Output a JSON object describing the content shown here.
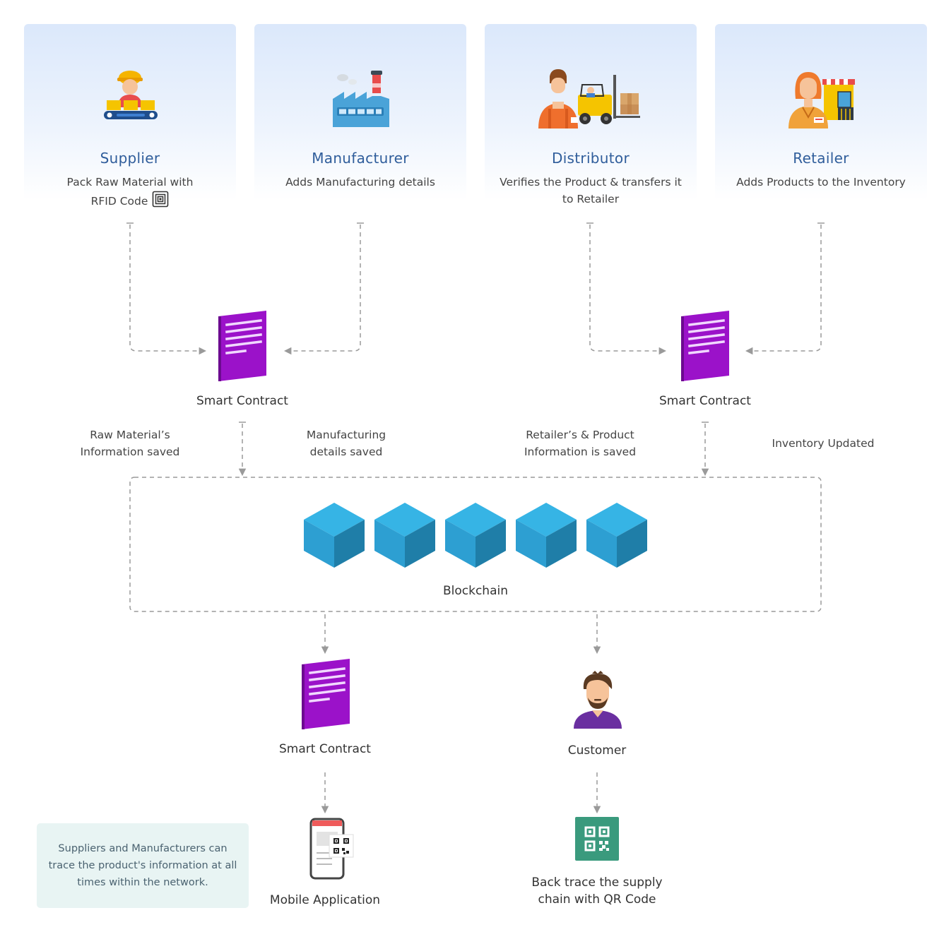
{
  "actors": [
    {
      "title": "Supplier",
      "desc_line1": "Pack Raw Material with",
      "desc_line2": "RFID Code",
      "icon": "worker-conveyor-icon"
    },
    {
      "title": "Manufacturer",
      "desc_line1": "Adds Manufacturing details",
      "desc_line2": "",
      "icon": "factory-icon"
    },
    {
      "title": "Distributor",
      "desc_line1": "Verifies the Product & transfers it",
      "desc_line2": "to Retailer",
      "icon": "forklift-worker-icon"
    },
    {
      "title": "Retailer",
      "desc_line1": "Adds Products to the Inventory",
      "desc_line2": "",
      "icon": "shopkeeper-icon"
    }
  ],
  "smart_contract_label": "Smart Contract",
  "flow_notes": {
    "raw_material": [
      "Raw Material’s",
      "Information saved"
    ],
    "manufacturing": [
      "Manufacturing",
      "details saved"
    ],
    "retailer": [
      "Retailer’s & Product",
      "Information is saved"
    ],
    "inventory": "Inventory Updated"
  },
  "blockchain_label": "Blockchain",
  "block_count": 5,
  "customer_label": "Customer",
  "mobile_app_label": "Mobile Application",
  "qr_text": [
    "Back trace the supply",
    "chain with QR Code"
  ],
  "info_box_text": "Suppliers and Manufacturers can trace the product's information at all times within the network.",
  "colors": {
    "title_blue": "#2f5d9b",
    "contract_purple": "#9b12c9",
    "block_blue": "#2fa8dc",
    "qr_green": "#3a9a7d",
    "dash_gray": "#9a9a9a"
  }
}
